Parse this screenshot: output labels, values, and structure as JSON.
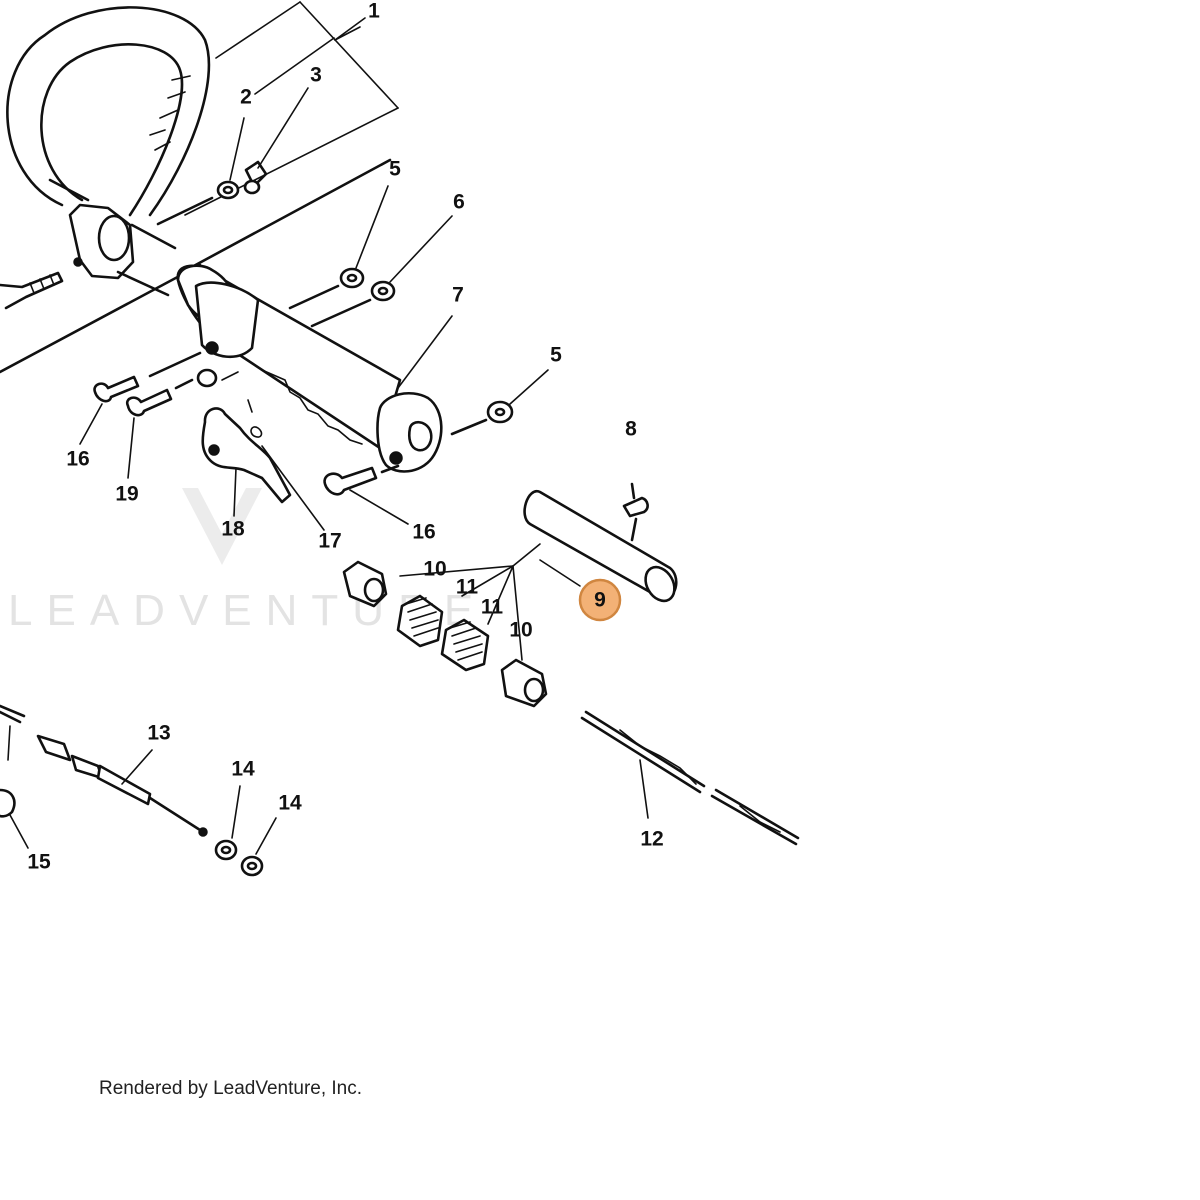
{
  "diagram": {
    "watermark": "LEADVENTURE",
    "highlight_color": "#f3b176",
    "highlight_ring_color": "#d08640",
    "highlighted_callout": "9",
    "callouts": [
      {
        "id": "c1",
        "label": "1"
      },
      {
        "id": "c2",
        "label": "2"
      },
      {
        "id": "c3",
        "label": "3"
      },
      {
        "id": "c4",
        "label": "5"
      },
      {
        "id": "c5",
        "label": "6"
      },
      {
        "id": "c6",
        "label": "7"
      },
      {
        "id": "c7",
        "label": "5"
      },
      {
        "id": "c8",
        "label": "8"
      },
      {
        "id": "c9",
        "label": "16"
      },
      {
        "id": "c10",
        "label": "19"
      },
      {
        "id": "c11",
        "label": "18"
      },
      {
        "id": "c12",
        "label": "17"
      },
      {
        "id": "c13",
        "label": "16"
      },
      {
        "id": "c14",
        "label": "10"
      },
      {
        "id": "c15",
        "label": "11"
      },
      {
        "id": "c16",
        "label": "11"
      },
      {
        "id": "c17",
        "label": "10"
      },
      {
        "id": "c18",
        "label": "9"
      },
      {
        "id": "c19",
        "label": "13"
      },
      {
        "id": "c20",
        "label": "14"
      },
      {
        "id": "c21",
        "label": "14"
      },
      {
        "id": "c22",
        "label": "15"
      },
      {
        "id": "c23",
        "label": "12"
      }
    ]
  },
  "footer": {
    "text": "Rendered by LeadVenture, Inc."
  }
}
